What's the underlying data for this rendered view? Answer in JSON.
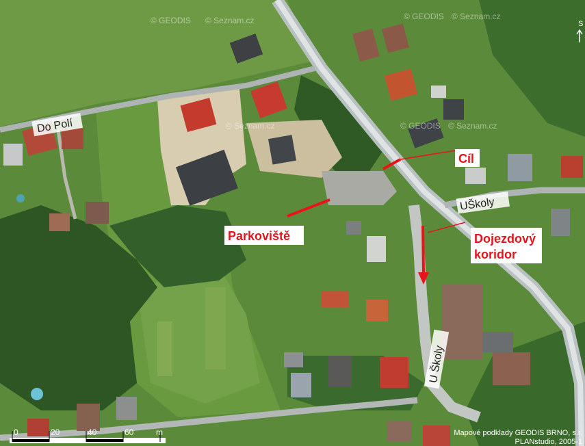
{
  "streets": {
    "do_poli": "Do Polí",
    "u_skoly_east": "UŠkoly",
    "u_skoly_south": "U Školy"
  },
  "annotations": {
    "cil": "Cíl",
    "parkoviste": "Parkoviště",
    "koridor_line1": "Dojezdový",
    "koridor_line2": "koridor"
  },
  "scale_bar": {
    "ticks": [
      "0",
      "20",
      "40",
      "60"
    ],
    "unit": "m"
  },
  "credits": {
    "line1": "Mapové podklady GEODIS BRNO, s.r.",
    "line2": "PLANstudio, 2005-1"
  },
  "watermarks": [
    "© GEODIS",
    "© Seznam.cz"
  ],
  "north_label": "S",
  "colors": {
    "annotation_red": "#e8141c",
    "annotation_text": "#e8141c",
    "label_box": "#ffffff",
    "grass": "#5f8f3d",
    "forest": "#2f5424",
    "road": "#9aa3a6"
  }
}
